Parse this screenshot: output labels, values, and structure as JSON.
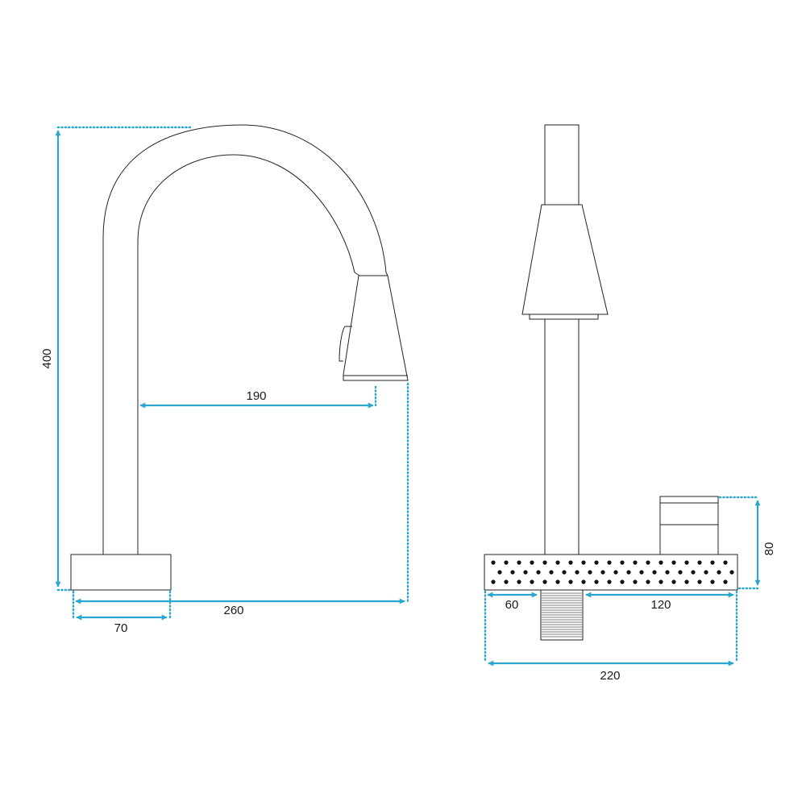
{
  "colors": {
    "dimension": "#2aa6cf",
    "outline": "#222222",
    "background": "#ffffff"
  },
  "dimensions": {
    "side_height": "400",
    "side_reach": "190",
    "side_total_depth": "260",
    "side_base_depth": "70",
    "front_handle_height": "80",
    "front_left_offset": "60",
    "front_right_offset": "120",
    "front_total_width": "220"
  }
}
